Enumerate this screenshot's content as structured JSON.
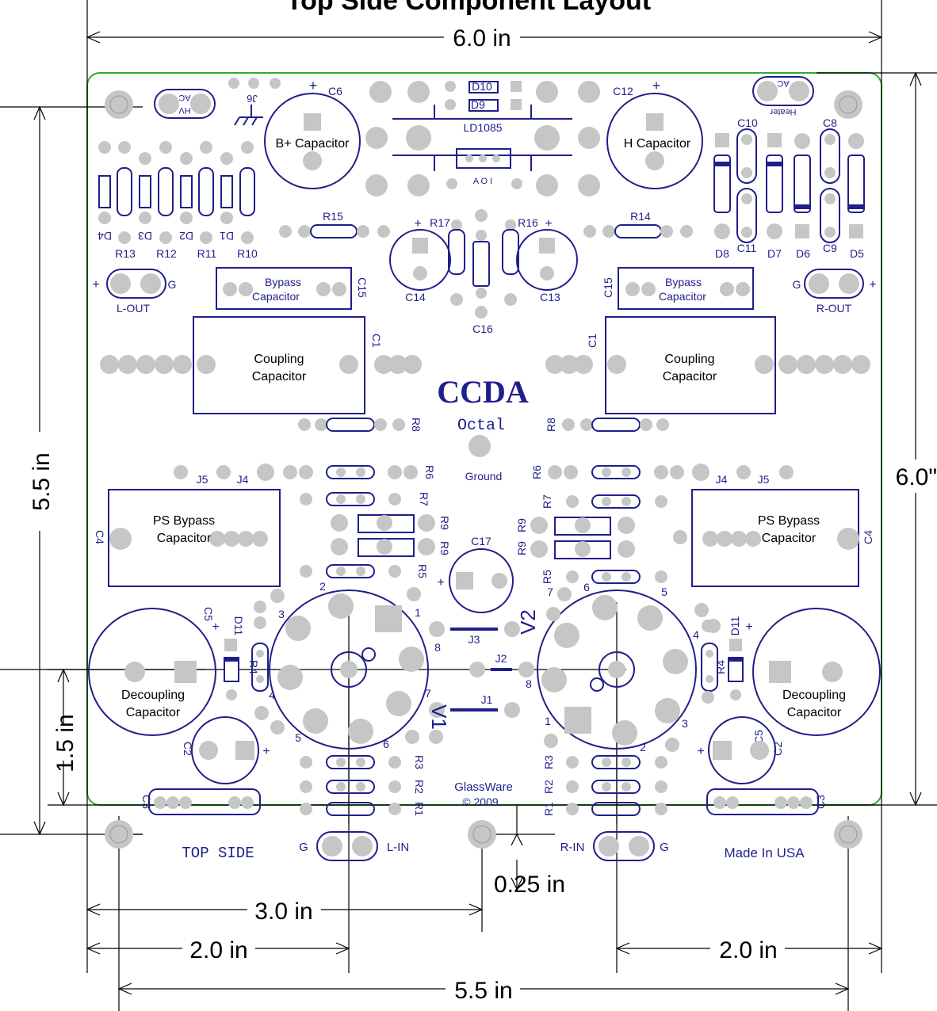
{
  "header": {
    "title": "Top Side Component Layout"
  },
  "dimensions": {
    "top_width": "6.0 in",
    "right_height": "6.0\"",
    "left_height": "5.5 in",
    "left_small": "1.5 in",
    "bottom_small": "0.25 in",
    "bottom_3": "3.0 in",
    "bottom_2_left": "2.0 in",
    "bottom_2_right": "2.0 in",
    "bottom_55": "5.5 in"
  },
  "board": {
    "logo": "CCDA",
    "subtitle": "Octal",
    "ground": "Ground",
    "maker": "GlassWare",
    "copyright": "© 2009",
    "top_side": "TOP SIDE",
    "made_in": "Made In USA",
    "hv": "HV",
    "ac_left": "AC",
    "heater": "Heater",
    "ac_right": "AC",
    "l_out": "L-OUT",
    "r_out": "R-OUT",
    "l_in": "L-IN",
    "r_in": "R-IN",
    "g": "G",
    "plus": "+",
    "v1": "V1",
    "v2": "V2",
    "regulator": "LD1085",
    "reg_pins": "A O I"
  },
  "components": {
    "bplus_cap": "B+ Capacitor",
    "h_cap": "H Capacitor",
    "bypass_cap": [
      "Bypass",
      "Capacitor"
    ],
    "coupling_cap": [
      "Coupling",
      "Capacitor"
    ],
    "ps_bypass_cap": [
      "PS Bypass",
      "Capacitor"
    ],
    "decoupling_cap": [
      "Decoupling",
      "Capacitor"
    ]
  },
  "refs": {
    "c1": "C1",
    "c2": "C2",
    "c3": "C3",
    "c4": "C4",
    "c5": "C5",
    "c6": "C6",
    "c8": "C8",
    "c9": "C9",
    "c10": "C10",
    "c11": "C11",
    "c12": "C12",
    "c13": "C13",
    "c14": "C14",
    "c15": "C15",
    "c16": "C16",
    "c17": "C17",
    "d1": "D1",
    "d2": "D2",
    "d3": "D3",
    "d4": "D4",
    "d5": "D5",
    "d6": "D6",
    "d7": "D7",
    "d8": "D8",
    "d9": "D9",
    "d10": "D10",
    "d11": "D11",
    "r1": "R1",
    "r2": "R2",
    "r3": "R3",
    "r4": "R4",
    "r5": "R5",
    "r6": "R6",
    "r7": "R7",
    "r8": "R8",
    "r9": "R9",
    "r10": "R10",
    "r11": "R11",
    "r12": "R12",
    "r13": "R13",
    "r14": "R14",
    "r15": "R15",
    "r16": "R16",
    "r17": "R17",
    "j1": "J1",
    "j2": "J2",
    "j3": "J3",
    "j4": "J4",
    "j5": "J5",
    "j6": "J6"
  },
  "pins": [
    "1",
    "2",
    "3",
    "4",
    "5",
    "6",
    "7",
    "8"
  ],
  "colors": {
    "outline": "#1f1f8a",
    "pad": "#c6c6c6",
    "edge": "#2eaa2e"
  }
}
